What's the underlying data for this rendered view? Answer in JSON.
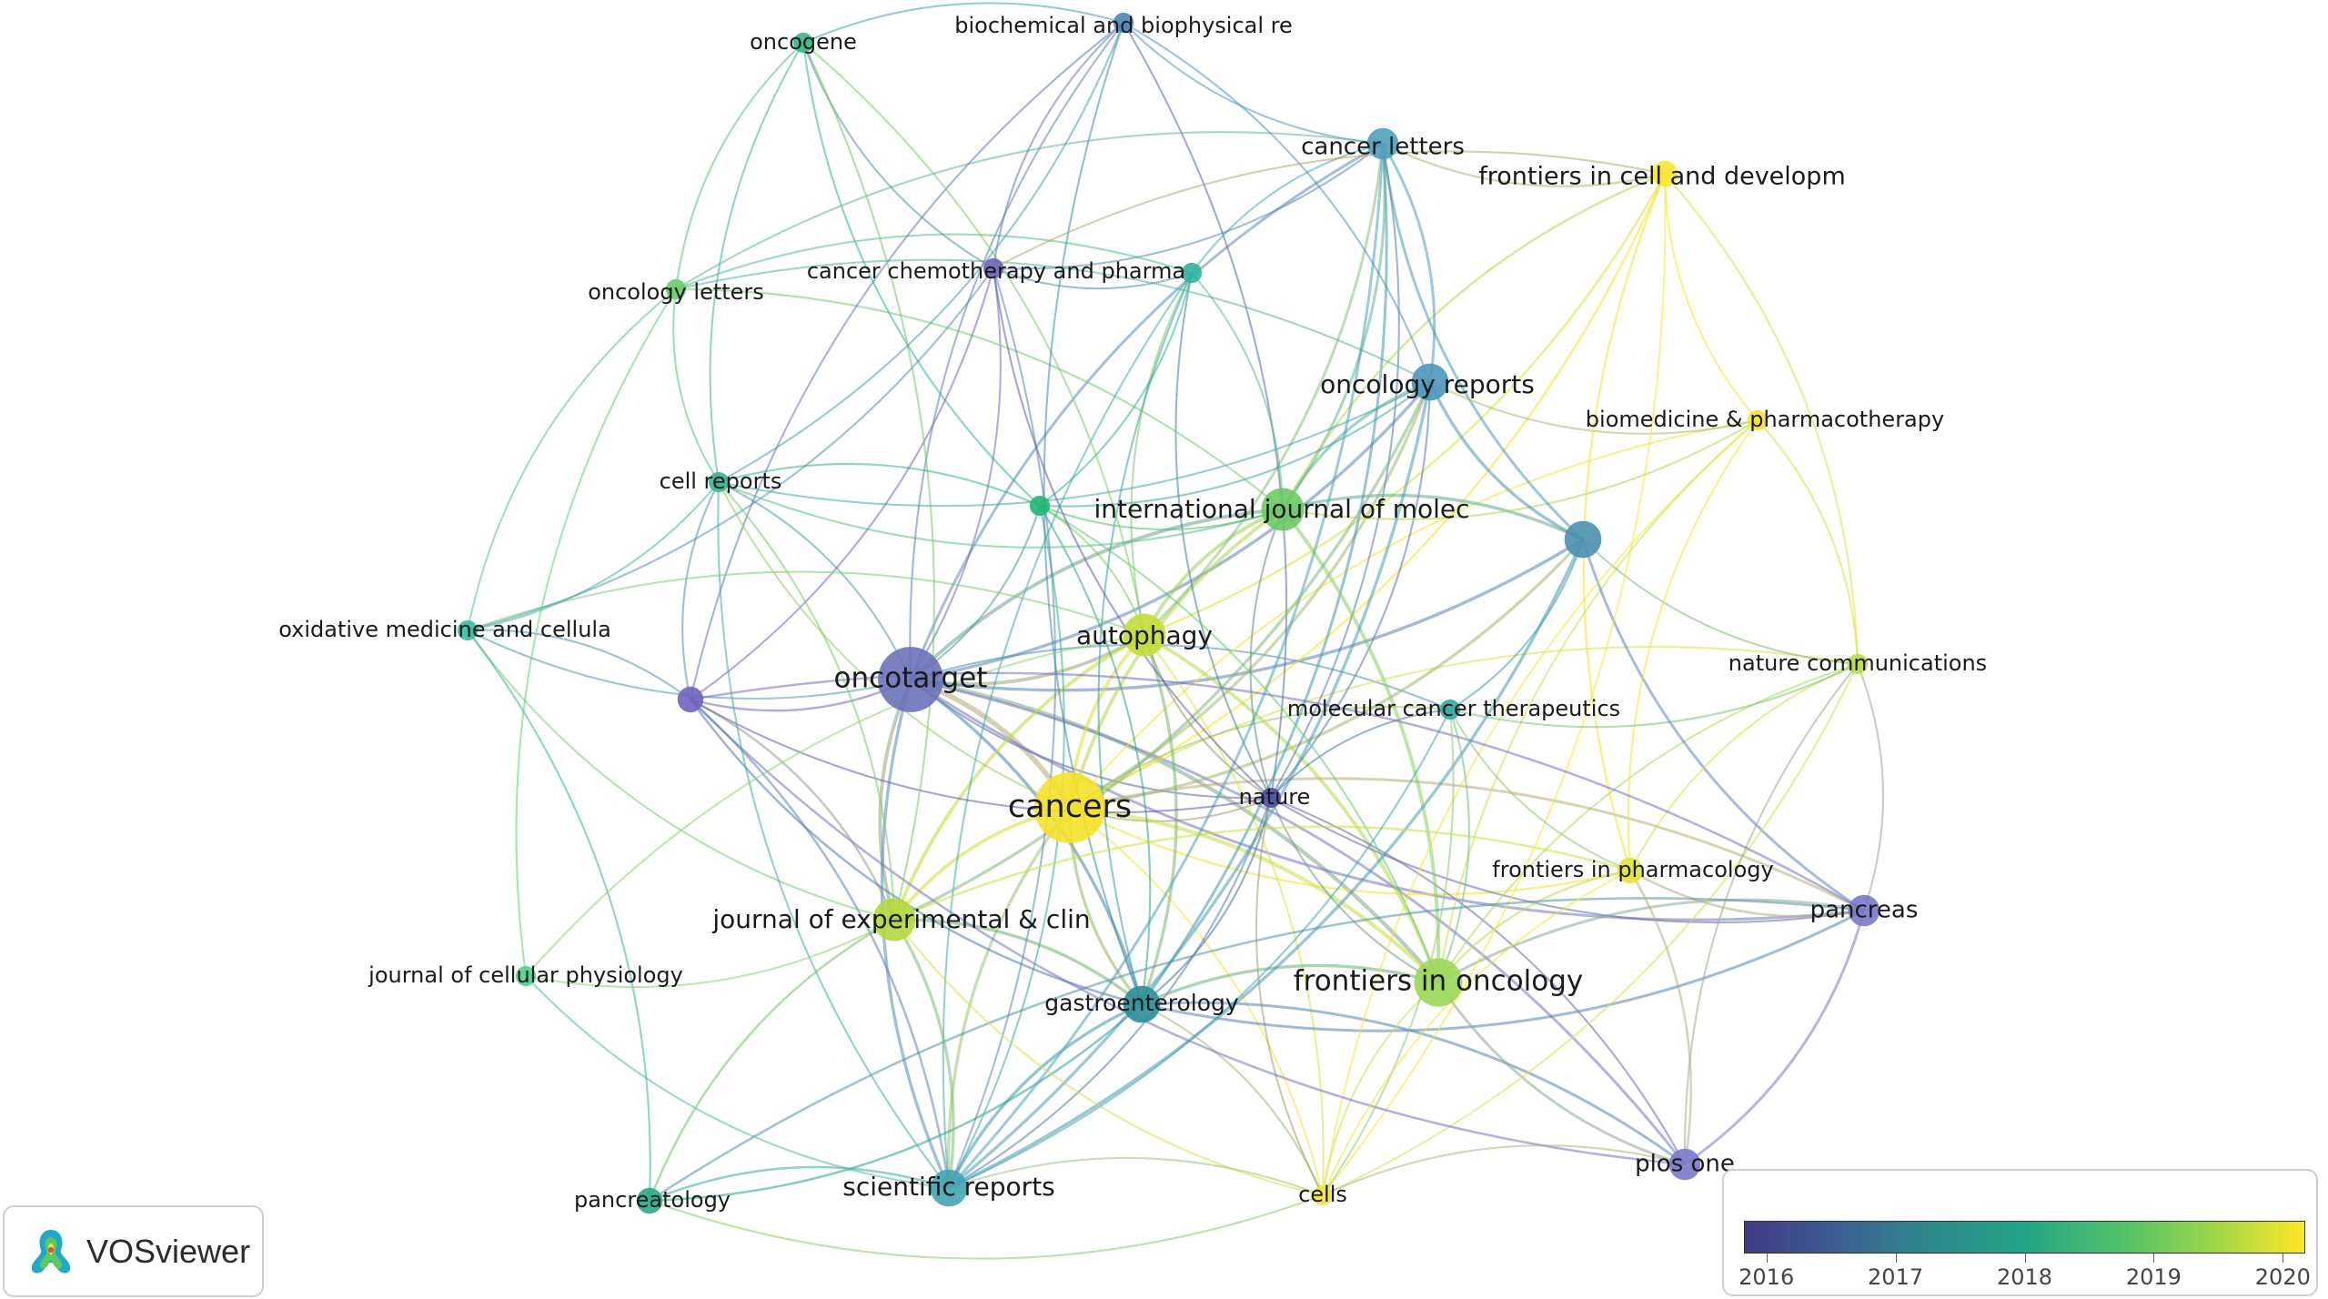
{
  "app": {
    "name": "VOSviewer"
  },
  "legend": {
    "title": "",
    "ticks": [
      {
        "year": "2016",
        "color": "#3e4a89"
      },
      {
        "year": "2017",
        "color": "#2f7f8e"
      },
      {
        "year": "2018",
        "color": "#20a486"
      },
      {
        "year": "2019",
        "color": "#8fd744"
      },
      {
        "year": "2020",
        "color": "#fde725"
      }
    ]
  },
  "network": {
    "nodes": [
      {
        "id": "oncogene",
        "label": "oncogene",
        "color": "#34b68a",
        "weight": 1
      },
      {
        "id": "bbrc",
        "label": "biochemical and biophysical re",
        "color": "#4a86b8",
        "weight": 1
      },
      {
        "id": "cancer_letters",
        "label": "cancer letters",
        "color": "#4fa0bf",
        "weight": 3
      },
      {
        "id": "frontiers_cell",
        "label": "frontiers in cell and developm",
        "color": "#f7e62b",
        "weight": 2
      },
      {
        "id": "oncology_letters",
        "label": "oncology letters",
        "color": "#6acc6a",
        "weight": 1
      },
      {
        "id": "cancer_chemo",
        "label": "cancer chemotherapy and pharma",
        "color": "#6f64b5",
        "weight": 1
      },
      {
        "id": "hidden_teal_1",
        "label": "",
        "color": "#2fb39a",
        "weight": 1
      },
      {
        "id": "oncology_reports",
        "label": "oncology reports",
        "color": "#4d96bb",
        "weight": 4
      },
      {
        "id": "biomedicine",
        "label": "biomedicine & pharmacotherapy",
        "color": "#f6e32c",
        "weight": 1
      },
      {
        "id": "cell_reports",
        "label": "cell reports",
        "color": "#33b791",
        "weight": 1
      },
      {
        "id": "hidden_green_1",
        "label": "",
        "color": "#22b573",
        "weight": 1
      },
      {
        "id": "ijms",
        "label": "international journal of molec",
        "color": "#6cc964",
        "weight": 5
      },
      {
        "id": "hidden_blue_1",
        "label": "",
        "color": "#4a8fb0",
        "weight": 4
      },
      {
        "id": "oxidative",
        "label": "oxidative medicine and cellula",
        "color": "#37bba0",
        "weight": 1
      },
      {
        "id": "autophagy",
        "label": "autophagy",
        "color": "#c3dd39",
        "weight": 5
      },
      {
        "id": "nature_comms",
        "label": "nature communications",
        "color": "#b8dc4a",
        "weight": 1
      },
      {
        "id": "hidden_purple_1",
        "label": "",
        "color": "#6f64c0",
        "weight": 2
      },
      {
        "id": "oncotarget",
        "label": "oncotarget",
        "color": "#6b72b9",
        "weight": 9
      },
      {
        "id": "mct",
        "label": "molecular cancer therapeutics",
        "color": "#31a89f",
        "weight": 1
      },
      {
        "id": "cancers",
        "label": "cancers",
        "color": "#f5e12a",
        "weight": 10
      },
      {
        "id": "nature",
        "label": "nature",
        "color": "#4f4da0",
        "weight": 1
      },
      {
        "id": "frontiers_pharm",
        "label": "frontiers in pharmacology",
        "color": "#e3e634",
        "weight": 2
      },
      {
        "id": "pancreas",
        "label": "pancreas",
        "color": "#7a78c6",
        "weight": 3
      },
      {
        "id": "jecc",
        "label": "journal of experimental & clin",
        "color": "#b4d83d",
        "weight": 5
      },
      {
        "id": "j_cell_phys",
        "label": "journal of cellular physiology",
        "color": "#4fcf8b",
        "weight": 1
      },
      {
        "id": "frontiers_onc",
        "label": "frontiers in oncology",
        "color": "#9bd857",
        "weight": 6
      },
      {
        "id": "gastro",
        "label": "gastroenterology",
        "color": "#2c8e9a",
        "weight": 4
      },
      {
        "id": "plos_one",
        "label": "plos one",
        "color": "#7a79c8",
        "weight": 3
      },
      {
        "id": "pancreatology",
        "label": "pancreatology",
        "color": "#27aa86",
        "weight": 2
      },
      {
        "id": "sci_reports",
        "label": "scientific reports",
        "color": "#45a3b3",
        "weight": 4
      },
      {
        "id": "cells",
        "label": "cells",
        "color": "#f1e73e",
        "weight": 1
      }
    ],
    "links": [
      [
        "oncotarget",
        "cancers"
      ],
      [
        "oncotarget",
        "autophagy"
      ],
      [
        "oncotarget",
        "ijms"
      ],
      [
        "oncotarget",
        "nature"
      ],
      [
        "oncotarget",
        "gastro"
      ],
      [
        "oncotarget",
        "jecc"
      ],
      [
        "oncotarget",
        "frontiers_onc"
      ],
      [
        "oncotarget",
        "oncology_reports"
      ],
      [
        "oncotarget",
        "cancer_letters"
      ],
      [
        "oncotarget",
        "sci_reports"
      ],
      [
        "oncotarget",
        "oxidative"
      ],
      [
        "oncotarget",
        "cell_reports"
      ],
      [
        "oncotarget",
        "hidden_purple_1"
      ],
      [
        "oncotarget",
        "pancreas"
      ],
      [
        "oncotarget",
        "plos_one"
      ],
      [
        "oncotarget",
        "cancer_chemo"
      ],
      [
        "oncotarget",
        "bbrc"
      ],
      [
        "oncotarget",
        "hidden_green_1"
      ],
      [
        "oncotarget",
        "mct"
      ],
      [
        "oncotarget",
        "hidden_blue_1"
      ],
      [
        "cancers",
        "autophagy"
      ],
      [
        "cancers",
        "nature"
      ],
      [
        "cancers",
        "frontiers_onc"
      ],
      [
        "cancers",
        "gastro"
      ],
      [
        "cancers",
        "ijms"
      ],
      [
        "cancers",
        "jecc"
      ],
      [
        "cancers",
        "cells"
      ],
      [
        "cancers",
        "frontiers_pharm"
      ],
      [
        "cancers",
        "biomedicine"
      ],
      [
        "cancers",
        "frontiers_cell"
      ],
      [
        "cancers",
        "nature_comms"
      ],
      [
        "cancers",
        "sci_reports"
      ],
      [
        "cancers",
        "pancreas"
      ],
      [
        "cancers",
        "hidden_blue_1"
      ],
      [
        "cancers",
        "mct"
      ],
      [
        "cancers",
        "oncology_reports"
      ],
      [
        "autophagy",
        "ijms"
      ],
      [
        "autophagy",
        "nature"
      ],
      [
        "autophagy",
        "frontiers_onc"
      ],
      [
        "autophagy",
        "cancer_letters"
      ],
      [
        "autophagy",
        "hidden_teal_1"
      ],
      [
        "autophagy",
        "hidden_green_1"
      ],
      [
        "autophagy",
        "cells"
      ],
      [
        "autophagy",
        "jecc"
      ],
      [
        "autophagy",
        "gastro"
      ],
      [
        "autophagy",
        "frontiers_cell"
      ],
      [
        "nature",
        "gastro"
      ],
      [
        "nature",
        "frontiers_onc"
      ],
      [
        "nature",
        "plos_one"
      ],
      [
        "nature",
        "pancreas"
      ],
      [
        "nature",
        "ijms"
      ],
      [
        "nature",
        "cancer_letters"
      ],
      [
        "nature",
        "mct"
      ],
      [
        "nature",
        "cells"
      ],
      [
        "nature",
        "sci_reports"
      ],
      [
        "nature",
        "oncology_reports"
      ],
      [
        "nature",
        "hidden_teal_1"
      ],
      [
        "nature",
        "bbrc"
      ],
      [
        "gastro",
        "frontiers_onc"
      ],
      [
        "gastro",
        "sci_reports"
      ],
      [
        "gastro",
        "pancreatology"
      ],
      [
        "gastro",
        "pancreas"
      ],
      [
        "gastro",
        "plos_one"
      ],
      [
        "gastro",
        "jecc"
      ],
      [
        "gastro",
        "cells"
      ],
      [
        "gastro",
        "hidden_green_1"
      ],
      [
        "gastro",
        "hidden_teal_1"
      ],
      [
        "gastro",
        "cancer_letters"
      ],
      [
        "frontiers_onc",
        "pancreas"
      ],
      [
        "frontiers_onc",
        "plos_one"
      ],
      [
        "frontiers_onc",
        "frontiers_pharm"
      ],
      [
        "frontiers_onc",
        "ijms"
      ],
      [
        "frontiers_onc",
        "nature_comms"
      ],
      [
        "frontiers_onc",
        "cells"
      ],
      [
        "frontiers_onc",
        "biomedicine"
      ],
      [
        "frontiers_onc",
        "hidden_green_1"
      ],
      [
        "ijms",
        "oncology_reports"
      ],
      [
        "ijms",
        "cancer_letters"
      ],
      [
        "ijms",
        "hidden_blue_1"
      ],
      [
        "ijms",
        "hidden_teal_1"
      ],
      [
        "ijms",
        "frontiers_cell"
      ],
      [
        "ijms",
        "biomedicine"
      ],
      [
        "ijms",
        "cell_reports"
      ],
      [
        "ijms",
        "oncology_letters"
      ],
      [
        "ijms",
        "hidden_green_1"
      ],
      [
        "hidden_green_1",
        "hidden_teal_1"
      ],
      [
        "hidden_green_1",
        "oncogene"
      ],
      [
        "hidden_green_1",
        "cell_reports"
      ],
      [
        "hidden_green_1",
        "sci_reports"
      ],
      [
        "hidden_green_1",
        "oncology_reports"
      ],
      [
        "hidden_teal_1",
        "cancer_chemo"
      ],
      [
        "hidden_teal_1",
        "oncology_letters"
      ],
      [
        "hidden_teal_1",
        "cancer_letters"
      ],
      [
        "hidden_teal_1",
        "sci_reports"
      ],
      [
        "cancer_letters",
        "oncology_reports"
      ],
      [
        "cancer_letters",
        "hidden_blue_1"
      ],
      [
        "cancer_letters",
        "bbrc"
      ],
      [
        "cancer_letters",
        "frontiers_cell"
      ],
      [
        "cancer_letters",
        "sci_reports"
      ],
      [
        "oncology_reports",
        "hidden_blue_1"
      ],
      [
        "oncology_reports",
        "sci_reports"
      ],
      [
        "oncology_reports",
        "biomedicine"
      ],
      [
        "oncology_reports",
        "jecc"
      ],
      [
        "oncology_reports",
        "oncology_letters"
      ],
      [
        "oncology_reports",
        "cell_reports"
      ],
      [
        "hidden_blue_1",
        "nature_comms"
      ],
      [
        "hidden_blue_1",
        "sci_reports"
      ],
      [
        "hidden_blue_1",
        "pancreas"
      ],
      [
        "hidden_blue_1",
        "mct"
      ],
      [
        "frontiers_cell",
        "biomedicine"
      ],
      [
        "frontiers_cell",
        "nature_comms"
      ],
      [
        "frontiers_cell",
        "frontiers_pharm"
      ],
      [
        "frontiers_cell",
        "cells"
      ],
      [
        "biomedicine",
        "frontiers_pharm"
      ],
      [
        "biomedicine",
        "nature_comms"
      ],
      [
        "biomedicine",
        "cells"
      ],
      [
        "nature_comms",
        "pancreas"
      ],
      [
        "nature_comms",
        "frontiers_pharm"
      ],
      [
        "nature_comms",
        "cells"
      ],
      [
        "nature_comms",
        "plos_one"
      ],
      [
        "pancreas",
        "plos_one"
      ],
      [
        "pancreas",
        "hidden_purple_1"
      ],
      [
        "pancreas",
        "frontiers_pharm"
      ],
      [
        "pancreas",
        "pancreatology"
      ],
      [
        "plos_one",
        "hidden_purple_1"
      ],
      [
        "plos_one",
        "cells"
      ],
      [
        "hidden_purple_1",
        "cell_reports"
      ],
      [
        "hidden_purple_1",
        "oxidative"
      ],
      [
        "hidden_purple_1",
        "sci_reports"
      ],
      [
        "hidden_purple_1",
        "cancer_chemo"
      ],
      [
        "hidden_purple_1",
        "jecc"
      ],
      [
        "hidden_purple_1",
        "gastro"
      ],
      [
        "hidden_purple_1",
        "bbrc"
      ],
      [
        "hidden_purple_1",
        "nature"
      ],
      [
        "oxidative",
        "oncology_letters"
      ],
      [
        "oxidative",
        "cell_reports"
      ],
      [
        "oxidative",
        "autophagy"
      ],
      [
        "oxidative",
        "jecc"
      ],
      [
        "oxidative",
        "pancreatology"
      ],
      [
        "oxidative",
        "cancer_chemo"
      ],
      [
        "oncology_letters",
        "oncogene"
      ],
      [
        "oncology_letters",
        "cell_reports"
      ],
      [
        "oncology_letters",
        "cancer_letters"
      ],
      [
        "oncology_letters",
        "j_cell_phys"
      ],
      [
        "oncogene",
        "bbrc"
      ],
      [
        "oncogene",
        "cancer_chemo"
      ],
      [
        "oncogene",
        "autophagy"
      ],
      [
        "oncogene",
        "cell_reports"
      ],
      [
        "oncogene",
        "jecc"
      ],
      [
        "bbrc",
        "cancer_chemo"
      ],
      [
        "bbrc",
        "oncology_reports"
      ],
      [
        "bbrc",
        "gastro"
      ],
      [
        "bbrc",
        "cell_reports"
      ],
      [
        "cancer_chemo",
        "cancer_letters"
      ],
      [
        "cancer_chemo",
        "sci_reports"
      ],
      [
        "cancer_chemo",
        "nature"
      ],
      [
        "cancer_chemo",
        "frontiers_cell"
      ],
      [
        "cell_reports",
        "sci_reports"
      ],
      [
        "cell_reports",
        "jecc"
      ],
      [
        "cell_reports",
        "cancers"
      ],
      [
        "jecc",
        "j_cell_phys"
      ],
      [
        "jecc",
        "pancreatology"
      ],
      [
        "jecc",
        "sci_reports"
      ],
      [
        "jecc",
        "cells"
      ],
      [
        "jecc",
        "frontiers_pharm"
      ],
      [
        "sci_reports",
        "pancreatology"
      ],
      [
        "sci_reports",
        "cells"
      ],
      [
        "sci_reports",
        "mct"
      ],
      [
        "sci_reports",
        "j_cell_phys"
      ],
      [
        "mct",
        "frontiers_pharm"
      ],
      [
        "mct",
        "frontiers_onc"
      ],
      [
        "mct",
        "nature_comms"
      ],
      [
        "mct",
        "cells"
      ],
      [
        "frontiers_pharm",
        "cells"
      ],
      [
        "frontiers_pharm",
        "plos_one"
      ],
      [
        "pancreatology",
        "cells"
      ],
      [
        "j_cell_phys",
        "autophagy"
      ]
    ]
  }
}
